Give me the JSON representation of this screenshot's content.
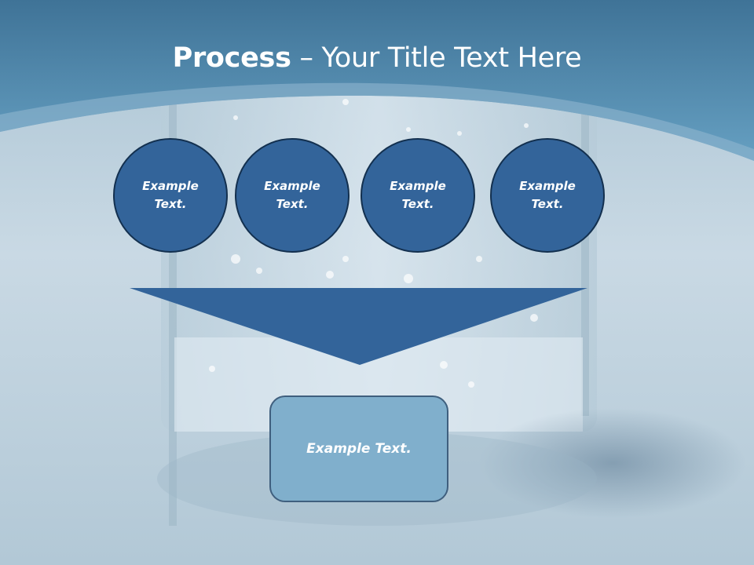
{
  "slide": {
    "title_bold": "Process",
    "title_rest": " – Your Title Text Here",
    "steps": [
      {
        "label": "Example Text."
      },
      {
        "label": "Example Text."
      },
      {
        "label": "Example Text."
      },
      {
        "label": "Example Text."
      }
    ],
    "result": {
      "label": "Example Text."
    }
  },
  "colors": {
    "header": "#5a90b4",
    "circle_fill": "#33649a",
    "circle_border": "#13304f",
    "arrow_fill": "#33649a",
    "result_fill": "#80afcc",
    "result_border": "#3f5f7e"
  }
}
